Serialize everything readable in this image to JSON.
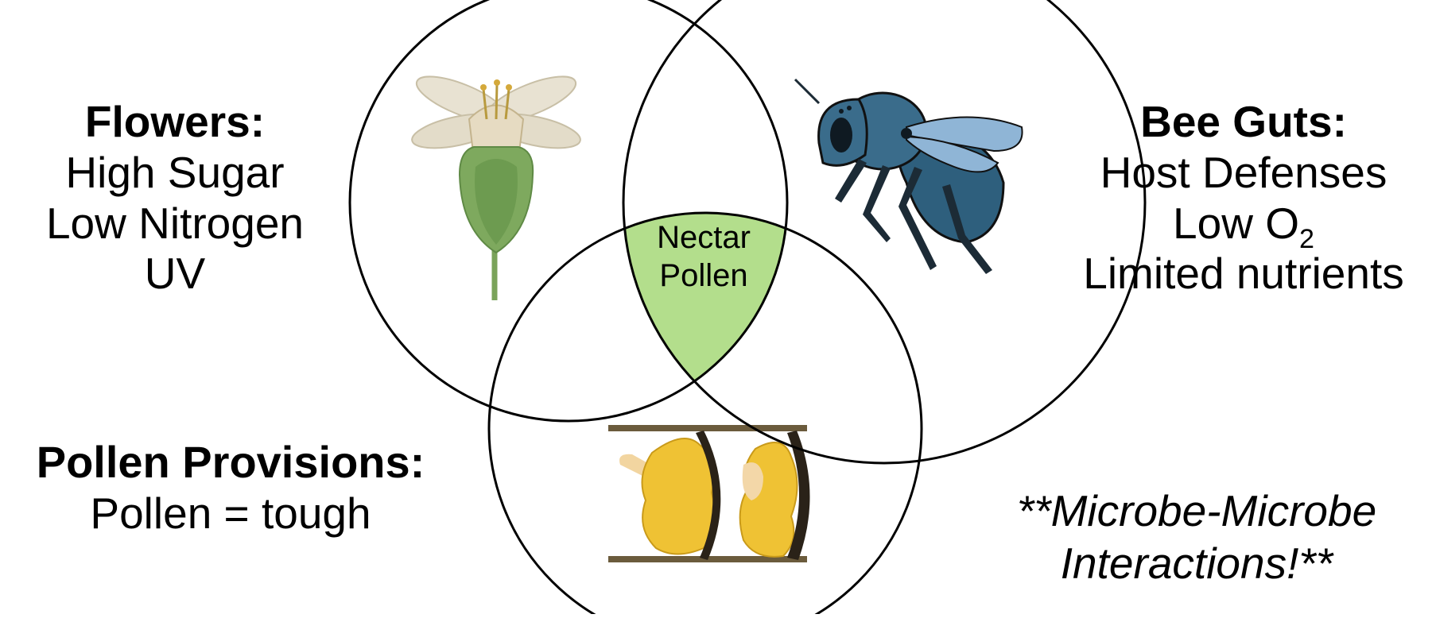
{
  "flowers": {
    "title": "Flowers:",
    "lines": [
      "High Sugar",
      "Low Nitrogen",
      "UV"
    ],
    "icon": "flower-icon"
  },
  "bee_guts": {
    "title": "Bee Guts:",
    "line1": "Host Defenses",
    "line2_base": "Low O",
    "line2_sub": "2",
    "line3": "Limited nutrients",
    "icon": "bee-icon"
  },
  "pollen_provisions": {
    "title": "Pollen Provisions:",
    "line1": "Pollen = tough",
    "icon": "nest-cells-icon"
  },
  "center": {
    "line1": "Nectar",
    "line2": "Pollen",
    "color": "#b3de8c"
  },
  "note": {
    "line1": "**Microbe-Microbe",
    "line2": "Interactions!**"
  }
}
